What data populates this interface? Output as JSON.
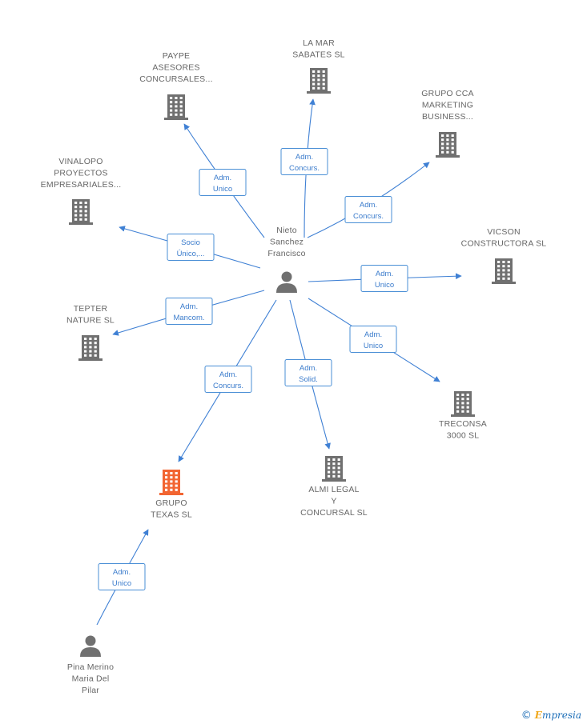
{
  "colors": {
    "edge": "#3f80d4",
    "company": "#707070",
    "highlight_company": "#f26532",
    "person": "#707070"
  },
  "nodes": [
    {
      "id": "nieto",
      "kind": "person",
      "label": [
        "Nieto",
        "Sanchez",
        "Francisco"
      ]
    },
    {
      "id": "lamar",
      "kind": "company",
      "label": [
        "LA MAR",
        "SABATES SL"
      ]
    },
    {
      "id": "paype",
      "kind": "company",
      "label": [
        "PAYPE",
        "ASESORES",
        "CONCURSALES..."
      ]
    },
    {
      "id": "grupocca",
      "kind": "company",
      "label": [
        "GRUPO CCA",
        "MARKETING",
        "BUSINESS..."
      ]
    },
    {
      "id": "vinalopo",
      "kind": "company",
      "label": [
        "VINALOPO",
        "PROYECTOS",
        "EMPRESARIALES..."
      ]
    },
    {
      "id": "vicson",
      "kind": "company",
      "label": [
        "VICSON",
        "CONSTRUCTORA SL"
      ]
    },
    {
      "id": "tepter",
      "kind": "company",
      "label": [
        "TEPTER",
        "NATURE SL"
      ]
    },
    {
      "id": "treconsa",
      "kind": "company",
      "label": [
        "TRECONSA",
        "3000 SL"
      ]
    },
    {
      "id": "almi",
      "kind": "company",
      "label": [
        "ALMI LEGAL",
        "Y",
        "CONCURSAL SL"
      ]
    },
    {
      "id": "texas",
      "kind": "company_highlight",
      "label": [
        "GRUPO",
        "TEXAS SL"
      ]
    },
    {
      "id": "pina",
      "kind": "person",
      "label": [
        "Pina Merino",
        "Maria Del",
        "Pilar"
      ]
    }
  ],
  "edges": [
    {
      "from": "nieto",
      "to": "lamar",
      "label": [
        "Adm.",
        "Concurs."
      ]
    },
    {
      "from": "nieto",
      "to": "paype",
      "label": [
        "Adm.",
        "Unico"
      ]
    },
    {
      "from": "nieto",
      "to": "grupocca",
      "label": [
        "Adm.",
        "Concurs."
      ]
    },
    {
      "from": "nieto",
      "to": "vinalopo",
      "label": [
        "Socio",
        "Único,..."
      ]
    },
    {
      "from": "nieto",
      "to": "vicson",
      "label": [
        "Adm.",
        "Unico"
      ]
    },
    {
      "from": "nieto",
      "to": "tepter",
      "label": [
        "Adm.",
        "Mancom."
      ]
    },
    {
      "from": "nieto",
      "to": "treconsa",
      "label": [
        "Adm.",
        "Unico"
      ]
    },
    {
      "from": "nieto",
      "to": "almi",
      "label": [
        "Adm.",
        "Solid."
      ]
    },
    {
      "from": "nieto",
      "to": "texas",
      "label": [
        "Adm.",
        "Concurs."
      ]
    },
    {
      "from": "pina",
      "to": "texas",
      "label": [
        "Adm.",
        "Unico"
      ]
    }
  ],
  "footer": {
    "copyright": "©",
    "brand_first": "E",
    "brand_rest": "mpresia"
  }
}
